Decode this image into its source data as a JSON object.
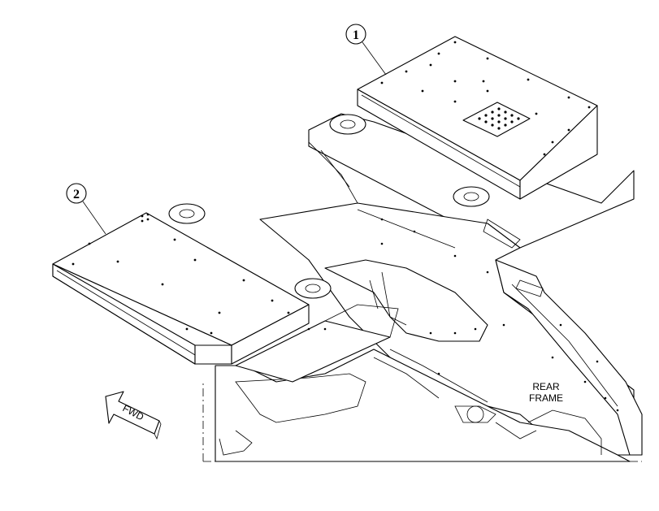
{
  "callouts": [
    {
      "number": "1"
    },
    {
      "number": "2"
    }
  ],
  "labels": {
    "rear_frame_line1": "REAR",
    "rear_frame_line2": "FRAME",
    "fwd_arrow": "FWD"
  },
  "colors": {
    "line": "#000000",
    "background": "#ffffff"
  }
}
